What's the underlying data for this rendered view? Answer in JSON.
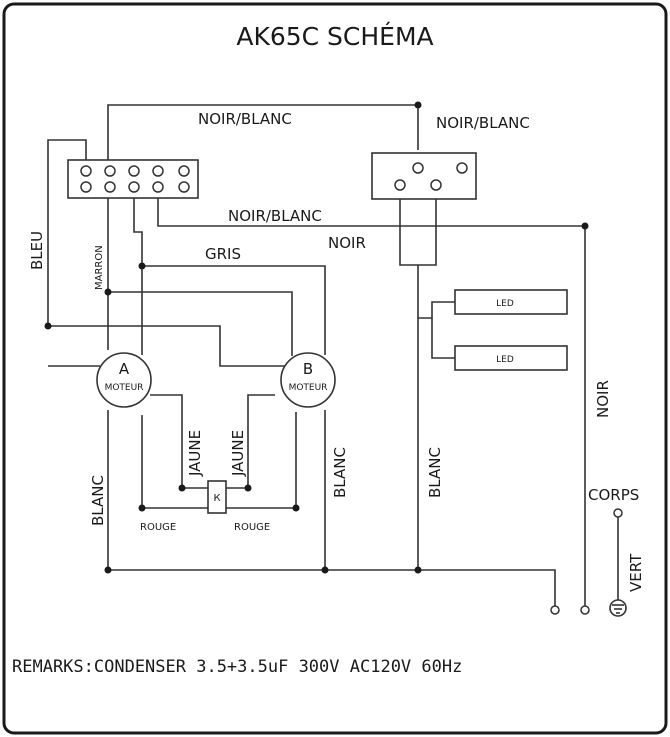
{
  "title": "AK65C SCHÉMA",
  "wire_labels": {
    "noir_blanc_top": "NOIR/BLANC",
    "noir_blanc_right": "NOIR/BLANC",
    "noir_blanc_mid": "NOIR/BLANC",
    "noir": "NOIR",
    "gris": "GRIS",
    "bleu": "BLEU",
    "marron": "MARRON",
    "jaune_left": "JAUNE",
    "jaune_right": "JAUNE",
    "blanc_left": "BLANC",
    "blanc_mid": "BLANC",
    "blanc_right": "BLANC",
    "noir_vertical": "NOIR",
    "rouge_left": "ROUGE",
    "rouge_right": "ROUGE",
    "corps": "CORPS",
    "vert": "VERT"
  },
  "motors": [
    {
      "letter": "A",
      "label": "MOTEUR"
    },
    {
      "letter": "B",
      "label": "MOTEUR"
    }
  ],
  "leds": [
    "LED",
    "LED"
  ],
  "capacitor_symbol": "К",
  "remarks": "REMARKS:CONDENSER 3.5+3.5uF 300V AC120V 60Hz"
}
